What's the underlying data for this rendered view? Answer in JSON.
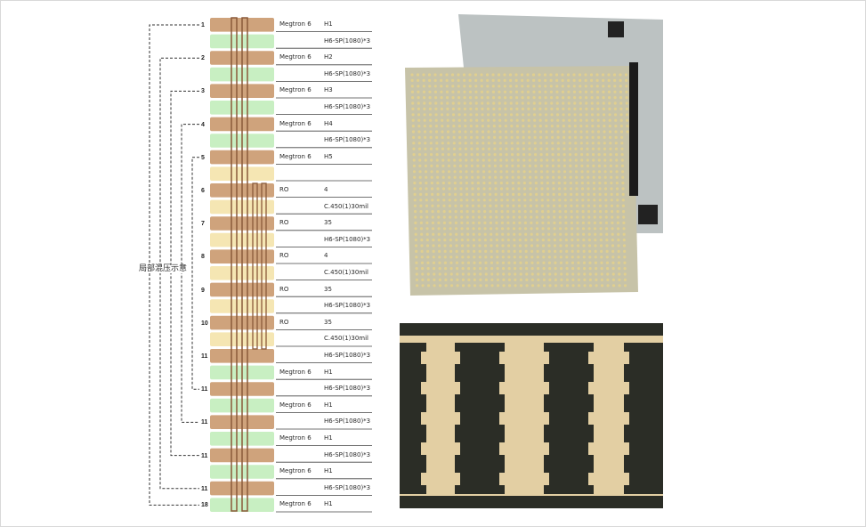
{
  "figure": {
    "layer_numbers": [
      "1",
      "2",
      "3",
      "4",
      "5",
      "6",
      "7",
      "8",
      "9",
      "10",
      "11",
      "11",
      "11",
      "11",
      "11",
      "18"
    ],
    "center_label": "局部混压示意",
    "stack_rows": [
      {
        "material": "Megtron 6",
        "spec": "H1"
      },
      {
        "material": "",
        "spec": "H6-SP(1080)*3"
      },
      {
        "material": "Megtron 6",
        "spec": "H2"
      },
      {
        "material": "",
        "spec": "H6-SP(1080)*3"
      },
      {
        "material": "Megtron 6",
        "spec": "H3"
      },
      {
        "material": "",
        "spec": "H6-SP(1080)*3"
      },
      {
        "material": "Megtron 6",
        "spec": "H4"
      },
      {
        "material": "",
        "spec": "H6-SP(1080)*3"
      },
      {
        "material": "Megtron 6",
        "spec": "H5"
      },
      {
        "material": "",
        "spec": ""
      },
      {
        "material": "RO",
        "spec": "4"
      },
      {
        "material": "",
        "spec": "C.450(1)30mil"
      },
      {
        "material": "RO",
        "spec": "35"
      },
      {
        "material": "",
        "spec": "H6-SP(1080)*3"
      },
      {
        "material": "RO",
        "spec": "4"
      },
      {
        "material": "",
        "spec": "C.450(1)30mil"
      },
      {
        "material": "RO",
        "spec": "35"
      },
      {
        "material": "",
        "spec": "H6-SP(1080)*3"
      },
      {
        "material": "RO",
        "spec": "35"
      },
      {
        "material": "",
        "spec": "C.450(1)30mil"
      },
      {
        "material": "",
        "spec": "H6-SP(1080)*3"
      },
      {
        "material": "Megtron 6",
        "spec": "H1"
      },
      {
        "material": "",
        "spec": "H6-SP(1080)*3"
      },
      {
        "material": "Megtron 6",
        "spec": "H1"
      },
      {
        "material": "",
        "spec": "H6-SP(1080)*3"
      },
      {
        "material": "Megtron 6",
        "spec": "H1"
      },
      {
        "material": "",
        "spec": "H6-SP(1080)*3"
      },
      {
        "material": "Megtron 6",
        "spec": "H1"
      },
      {
        "material": "",
        "spec": "H6-SP(1080)*3"
      },
      {
        "material": "Megtron 6",
        "spec": "H1"
      }
    ]
  },
  "colors": {
    "copper": "#cfa37c",
    "prepreg": "#c8efc2",
    "ro_core": "#f5e6b3",
    "board_gold": "#d8c79a",
    "board_gray": "#c2c6c3",
    "cross_section_copper": "#e3cfa3",
    "cross_section_dark": "#2b2d26"
  }
}
